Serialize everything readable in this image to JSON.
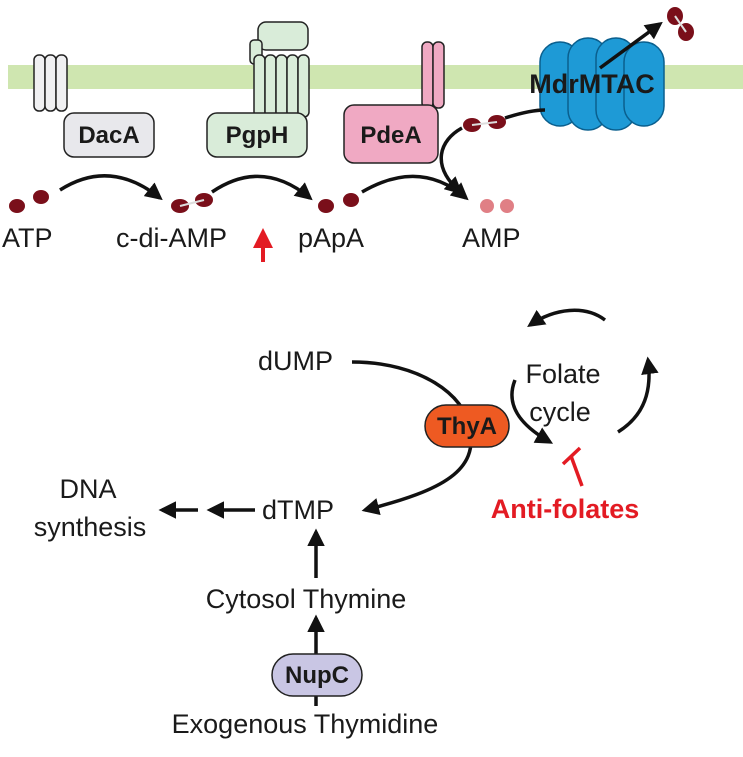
{
  "enzymes": {
    "daca": "DacA",
    "pgph": "PgpH",
    "pdea": "PdeA",
    "mdrmtac": "MdrMTAC",
    "thya": "ThyA",
    "nupc": "NupC"
  },
  "metabolites": {
    "atp": "ATP",
    "cdiamp": "c-di-AMP",
    "papa": "pApA",
    "amp": "AMP",
    "dump": "dUMP",
    "dtmp": "dTMP",
    "cytosol_thymine": "Cytosol Thymine",
    "exogenous_thymidine": "Exogenous Thymidine"
  },
  "labels": {
    "dna_line1": "DNA",
    "dna_line2": "synthesis",
    "folate_line1": "Folate",
    "folate_line2": "cycle",
    "antifolates": "Anti-folates"
  },
  "colors": {
    "membrane": "#cfe6b0",
    "daca_fill": "#e8e8ec",
    "pgph_fill": "#d9ecd9",
    "pdea_fill": "#f0a9c3",
    "mdrmtac_fill": "#1e9ad6",
    "thya_fill": "#ee5a22",
    "nupc_fill": "#c9c6e4",
    "nucleotide": "#7a0f1a",
    "amp_dot": "#e07f85",
    "inhibitor": "#e31b23",
    "upregulation": "#e31b23"
  },
  "icons": [
    "membrane-protein-icon",
    "nucleotide-dot-icon",
    "upregulation-arrow-icon",
    "inhibition-bar-icon"
  ]
}
